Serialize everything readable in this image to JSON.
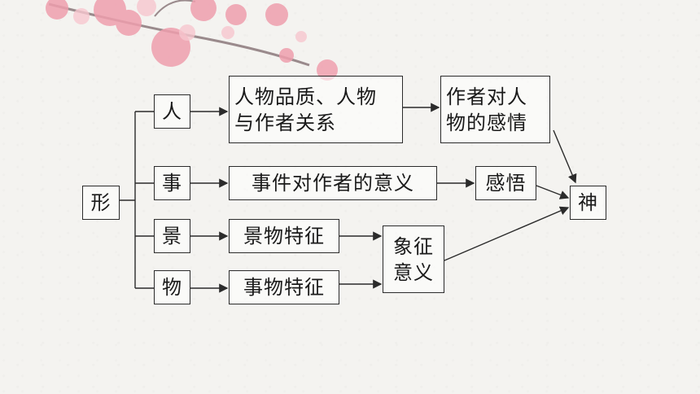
{
  "diagram": {
    "root": "形",
    "target": "神",
    "branches": [
      {
        "key": "人",
        "aspect": "人物品质、人物\n与作者关系",
        "result": "作者对人\n物的感情"
      },
      {
        "key": "事",
        "aspect": "事件对作者的意义",
        "result": "感悟"
      },
      {
        "key": "景",
        "aspect": "景物特征"
      },
      {
        "key": "物",
        "aspect": "事物特征"
      }
    ],
    "shared_result": "象征\n意义"
  },
  "colors": {
    "line": "#2b2b2b",
    "blossom": "#e79aa6"
  }
}
